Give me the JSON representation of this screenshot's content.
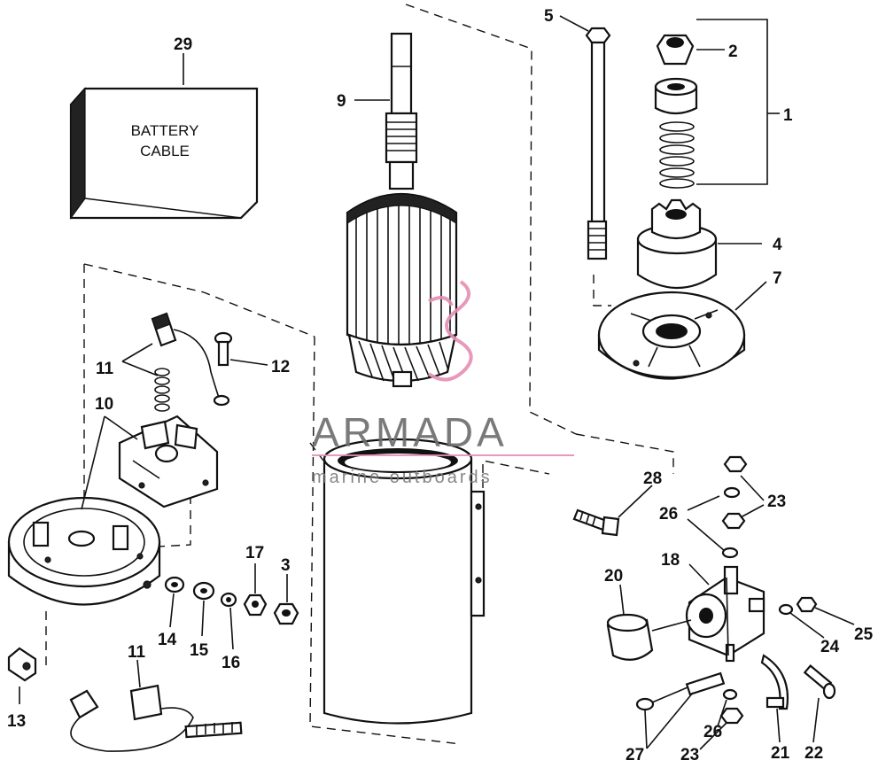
{
  "battery_box": {
    "line1": "BATTERY",
    "line2": "CABLE"
  },
  "watermark": {
    "brand": "ARMADA",
    "tagline": "marine outboards",
    "accent_color": "#e58fb5"
  },
  "callouts": {
    "c1": "1",
    "c2": "2",
    "c3": "3",
    "c4": "4",
    "c5": "5",
    "c7": "7",
    "c9": "9",
    "c10": "10",
    "c11a": "11",
    "c11b": "11",
    "c12": "12",
    "c13": "13",
    "c14": "14",
    "c15": "15",
    "c16": "16",
    "c17": "17",
    "c18": "18",
    "c20": "20",
    "c21": "21",
    "c22": "22",
    "c23a": "23",
    "c23b": "23",
    "c24": "24",
    "c25": "25",
    "c26a": "26",
    "c26b": "26",
    "c27": "27",
    "c28": "28",
    "c29": "29"
  }
}
